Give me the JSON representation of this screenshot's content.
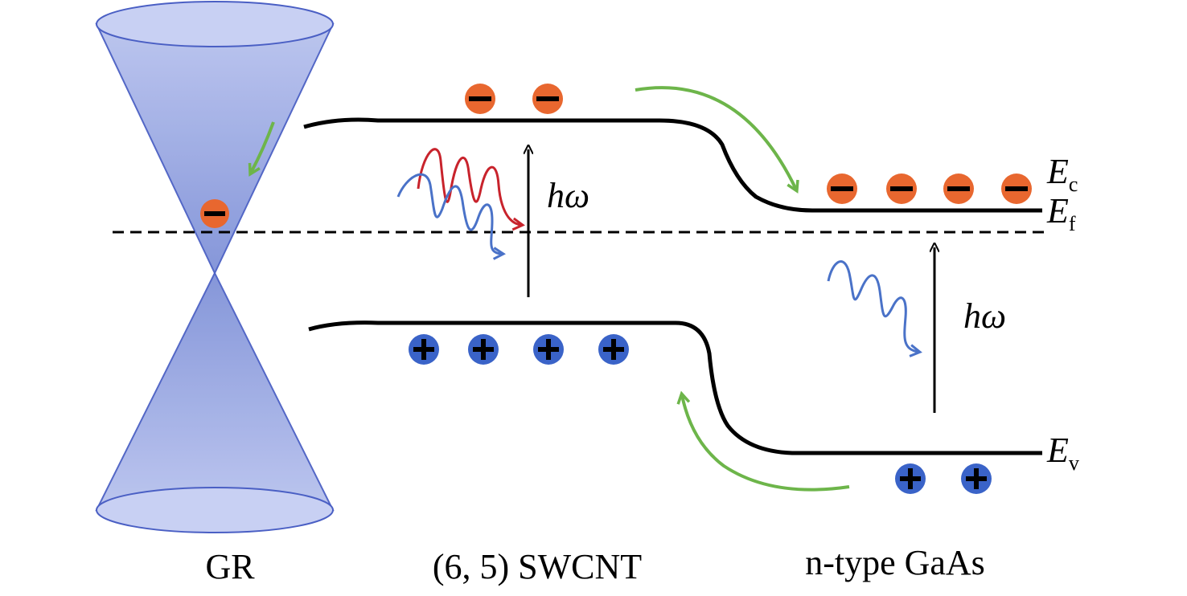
{
  "materials": {
    "graphene": "GR",
    "swcnt": "(6, 5) SWCNT",
    "gaas": "n-type GaAs"
  },
  "energy_levels": {
    "conduction": {
      "symbol": "E",
      "subscript": "c"
    },
    "fermi": {
      "symbol": "E",
      "subscript": "f"
    },
    "valence": {
      "symbol": "E",
      "subscript": "v"
    }
  },
  "photon_energy": {
    "swcnt": "hω",
    "gaas": "hω"
  },
  "carriers": {
    "graphene_electrons": 1,
    "swcnt_electrons": 2,
    "swcnt_holes": 4,
    "gaas_electrons": 4,
    "gaas_holes": 2
  },
  "colors": {
    "cone_fill": "#8d9fe0",
    "cone_edge": "#4a5fc4",
    "electron": "#e8672f",
    "hole": "#3a63c8",
    "transfer_arrow": "#6db54a",
    "photon_red": "#c8232c",
    "photon_blue": "#4a72c8",
    "band_line": "#000000"
  }
}
